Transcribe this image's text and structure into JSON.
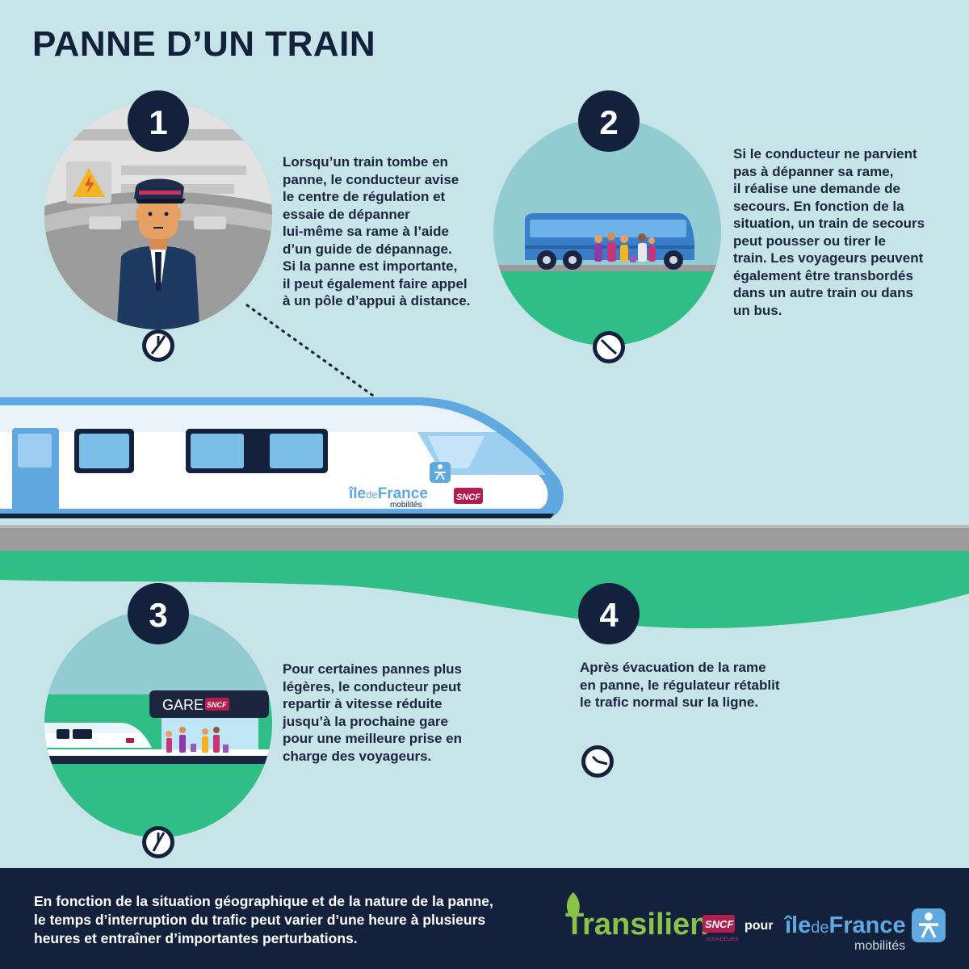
{
  "title": "PANNE D’UN TRAIN",
  "steps": [
    {
      "number": "1",
      "text": "Lorsqu’un train tombe en\npanne, le conducteur avise\nle centre de régulation et\nessaie de dépanner\nlui-même sa rame à l’aide\nd’un guide de dépannage.\nSi la panne est importante,\nil peut également faire appel\nà un pôle d’appui à distance."
    },
    {
      "number": "2",
      "text": "Si le conducteur ne parvient\npas à dépanner sa rame,\nil réalise une demande de\nsecours. En fonction de la\nsituation, un train de secours\npeut pousser ou tirer le\ntrain. Les voyageurs peuvent\négalement être transbordés\ndans un autre train ou dans\nun bus."
    },
    {
      "number": "3",
      "text": "Pour certaines pannes plus\nlégères, le conducteur peut\nrepartir à vitesse réduite\njusqu’à la prochaine gare\npour une meilleure prise en\ncharge des voyageurs."
    },
    {
      "number": "4",
      "text": "Après évacuation de la rame\nen panne, le régulateur rétablit\nle trafic normal sur la ligne."
    }
  ],
  "train": {
    "brand_ile": "île",
    "brand_de": "de",
    "brand_france": "France",
    "brand_mobilites": "mobilités",
    "sncf": "SNCF"
  },
  "station": {
    "sign": "GARE",
    "sncf": "SNCF"
  },
  "footer": {
    "text": "En fonction de la situation géographique et de la nature de la panne, le temps d’interruption du trafic peut varier d’une heure à plusieurs heures et entraîner d’importantes perturbations.",
    "transilien": "Transilien",
    "sncf": "SNCF",
    "voyageurs": "VOYAGEURS",
    "pour": "pour",
    "idf_ile": "île",
    "idf_de": "de",
    "idf_france": "France",
    "idf_mobilites": "mobilités"
  },
  "colors": {
    "background": "#c7e4e8",
    "navy": "#14213d",
    "green": "#2fbf86",
    "rail": "#9a9a9a",
    "train_blue": "#5fa8e0",
    "circle_teal": "#92cbd1"
  }
}
